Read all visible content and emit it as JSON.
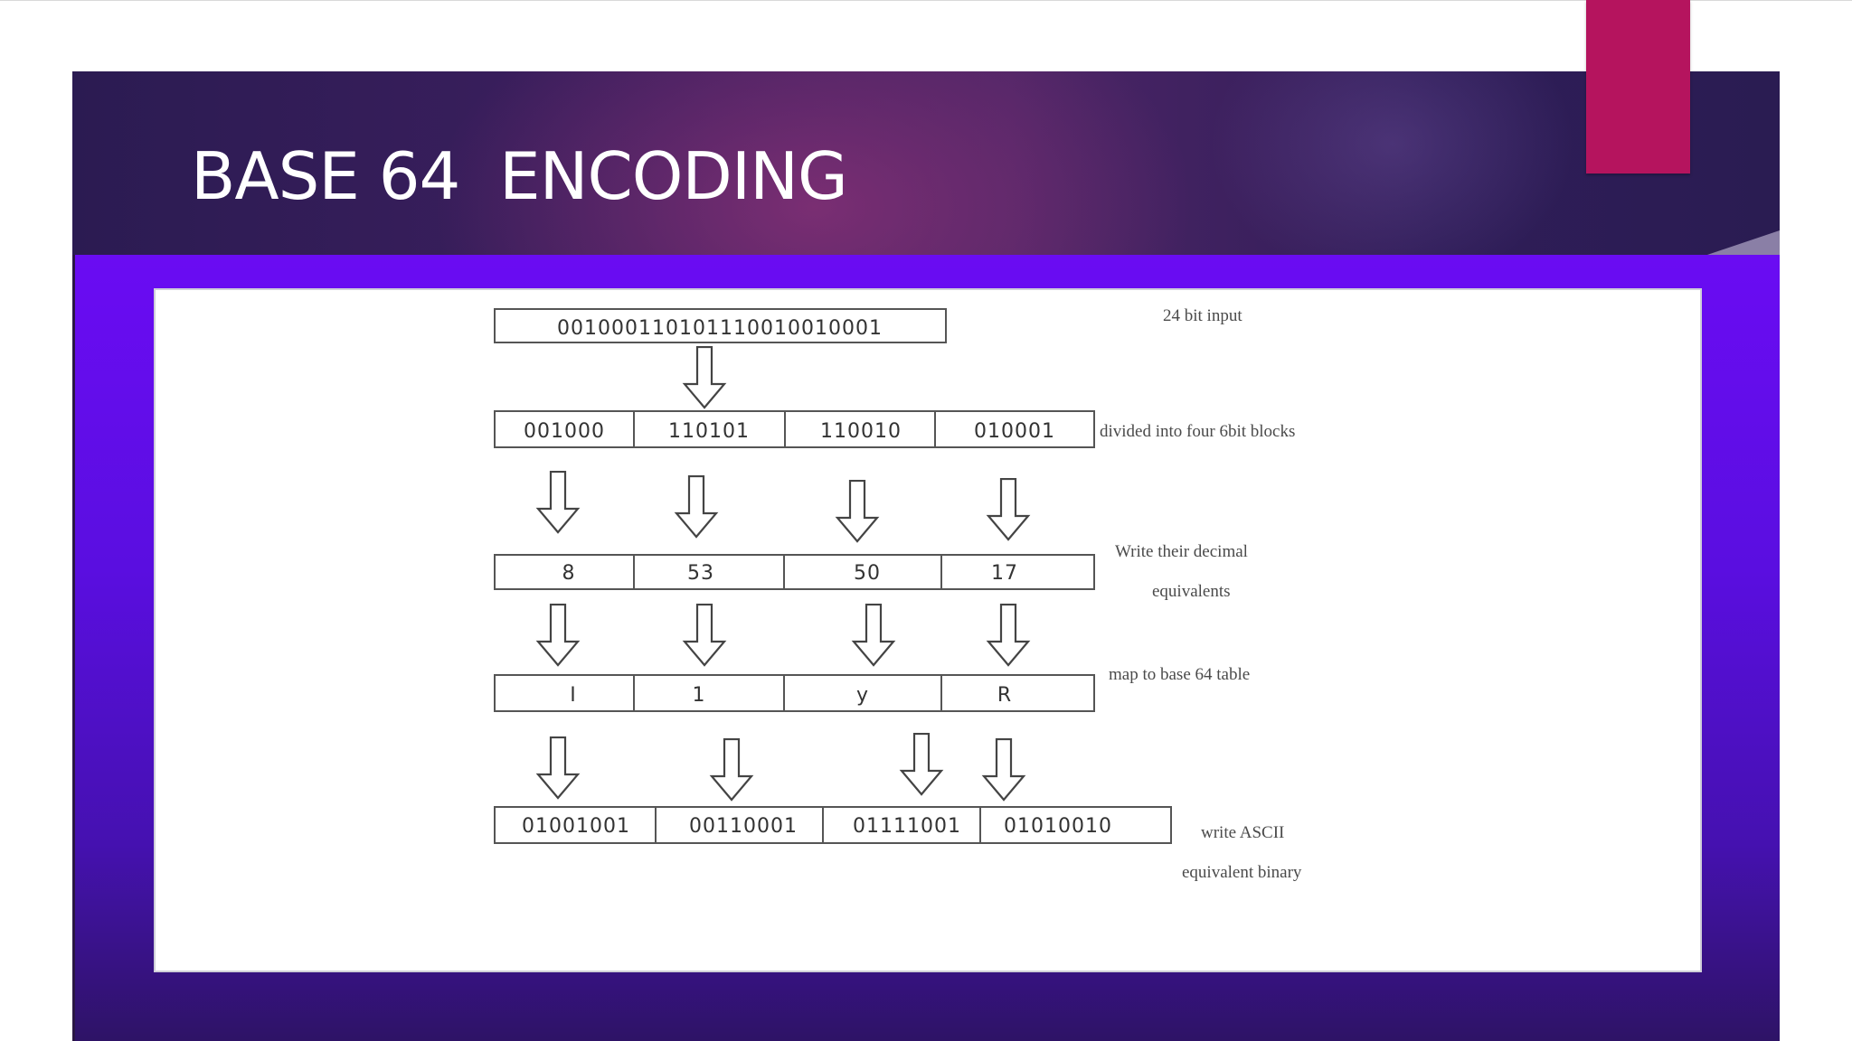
{
  "slide": {
    "title": "BASE 64  ENCODING"
  },
  "diagram": {
    "input": "001000110101110010010001",
    "input_note": "24 bit input",
    "blocks_note": "divided into four 6bit blocks",
    "decimal_note_line1": "Write their decimal",
    "decimal_note_line2": "equivalents",
    "map_note": "map to base 64 table",
    "ascii_note_line1": "write ASCII",
    "ascii_note_line2": "equivalent binary",
    "rows": {
      "blocks": [
        "001000",
        "110101",
        "110010",
        "010001"
      ],
      "decimals": [
        "8",
        "53",
        "50",
        "17"
      ],
      "chars": [
        "I",
        "1",
        "y",
        "R"
      ],
      "ascii": [
        "01001001",
        "00110001",
        "01111001",
        "01010010"
      ]
    }
  },
  "colors": {
    "accent_pink": "#b5145e",
    "content_purple": "#6a0cf3",
    "header_dark": "#2b1b52"
  }
}
